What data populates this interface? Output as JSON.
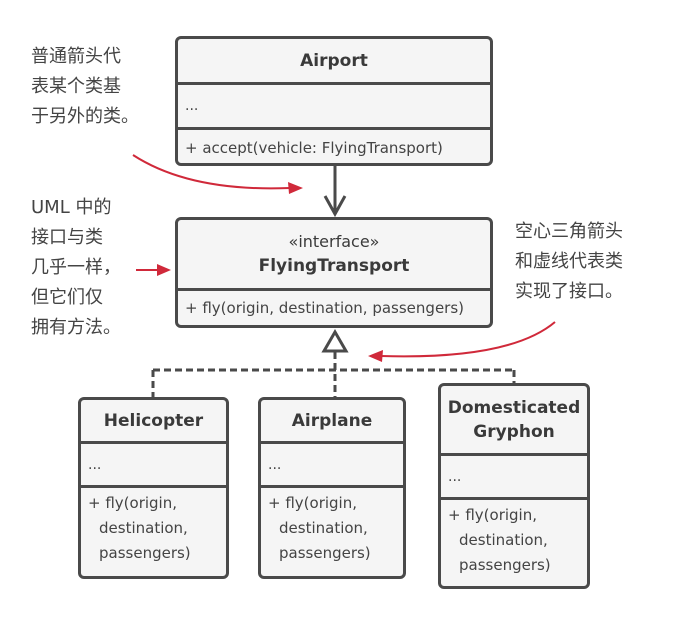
{
  "notes": {
    "top_left": [
      "普通箭头代",
      "表某个类基",
      "于另外的类。"
    ],
    "middle_left": [
      "UML 中的",
      "接口与类",
      "几乎一样，",
      "但它们仅",
      "拥有方法。"
    ],
    "right": [
      "空心三角箭头",
      "和虚线代表类",
      "实现了接口。"
    ]
  },
  "classes": {
    "airport": {
      "name": "Airport",
      "fields": "...",
      "methods": [
        "+ accept(vehicle: FlyingTransport)"
      ]
    },
    "flying_transport": {
      "stereotype": "«interface»",
      "name": "FlyingTransport",
      "methods": [
        "+ fly(origin, destination, passengers)"
      ]
    },
    "helicopter": {
      "name": "Helicopter",
      "fields": "...",
      "methods": [
        "+ fly(origin,",
        "destination,",
        "passengers)"
      ]
    },
    "airplane": {
      "name": "Airplane",
      "fields": "...",
      "methods": [
        "+ fly(origin,",
        "destination,",
        "passengers)"
      ]
    },
    "gryphon": {
      "name_lines": [
        "Domesticated",
        "Gryphon"
      ],
      "fields": "...",
      "methods": [
        "+ fly(origin,",
        "destination,",
        "passengers)"
      ]
    }
  },
  "colors": {
    "line": "#4a4a4a",
    "annotation_arrow": "#d0293a",
    "box_fill": "#f5f5f5"
  }
}
